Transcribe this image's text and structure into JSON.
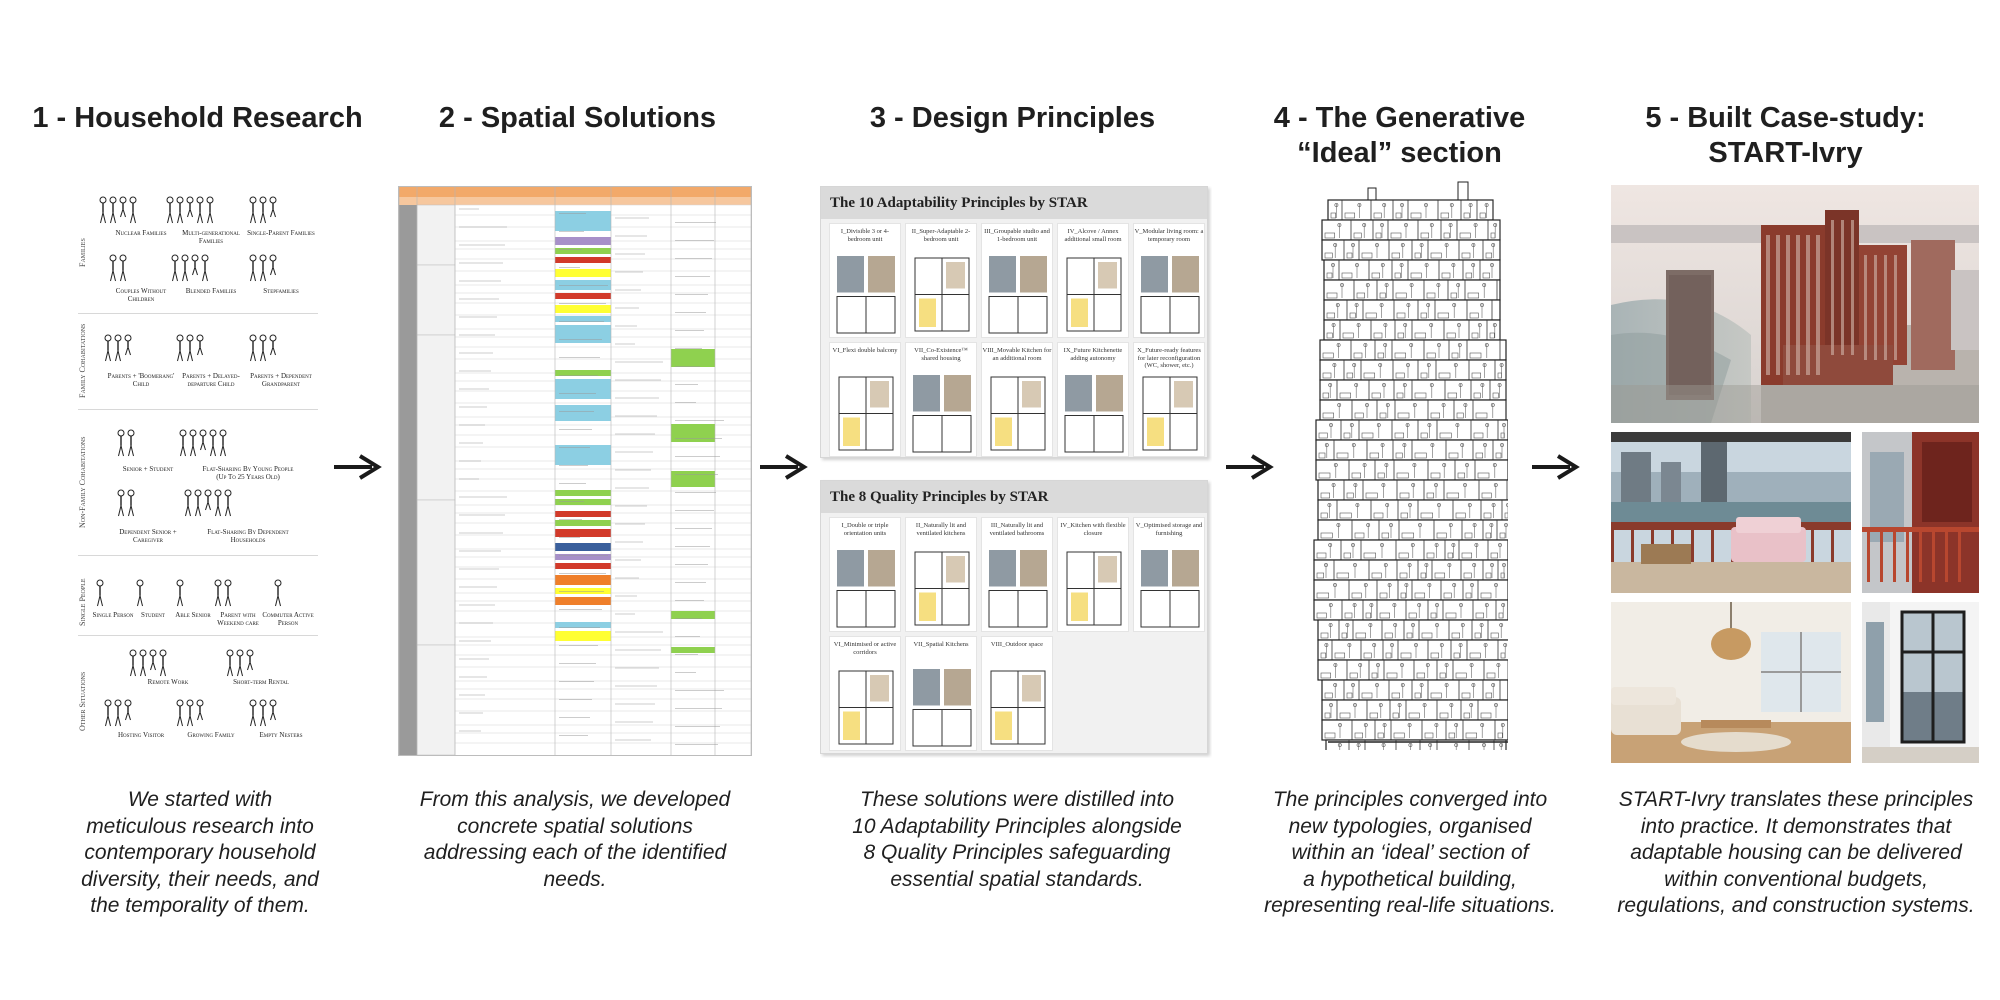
{
  "columns": [
    {
      "title_lines": [
        "1 - Household Research"
      ],
      "caption_lines": [
        "We started with",
        "meticulous research into",
        "contemporary household",
        "diversity, their needs, and",
        "the temporality of them."
      ]
    },
    {
      "title_lines": [
        "2 - Spatial Solutions"
      ],
      "caption_lines": [
        "From this analysis, we developed",
        "concrete spatial solutions",
        "addressing each of the identified",
        "needs."
      ]
    },
    {
      "title_lines": [
        "3 - Design Principles"
      ],
      "caption_lines": [
        "These solutions were distilled into",
        "10 Adaptability Principles alongside",
        "8 Quality Principles safeguarding",
        "essential spatial standards."
      ]
    },
    {
      "title_lines": [
        "4 - The Generative",
        "“Ideal” section"
      ],
      "caption_lines": [
        "The principles converged into",
        "new typologies, organised",
        "within an ‘ideal’ section of",
        "a hypothetical building,",
        "representing real-life situations."
      ]
    },
    {
      "title_lines": [
        "5 - Built Case-study:",
        "START-Ivry"
      ],
      "caption_lines": [
        "START-Ivry translates these principles",
        "into practice. It demonstrates that",
        "adaptable housing can be delivered",
        "within conventional budgets,",
        "regulations, and construction systems."
      ]
    }
  ],
  "household_research": {
    "bands": [
      {
        "label": "Families",
        "items": [
          "Nuclear Families",
          "Multi-generational Families",
          "Single-Parent Families",
          "Couples Without Children",
          "Blended Families",
          "Stepfamilies"
        ]
      },
      {
        "label": "Family Cohabitations",
        "items": [
          "Parents + 'Boomerang' Child",
          "Parents + Delayed-departure Child",
          "Parents + Dependent Grandparent"
        ]
      },
      {
        "label": "Non-Family Cohabitations",
        "items": [
          "Senior + Student",
          "Flat-Sharing By Young People (Up To 25 Years Old)",
          "Dependent Senior + Caregiver",
          "Flat-Sharing By Dependent Households"
        ]
      },
      {
        "label": "Single People",
        "items": [
          "Single Person",
          "Student",
          "Able Senior",
          "Parent with Weekend care",
          "Commuter Active Person"
        ]
      },
      {
        "label": "Other Situations",
        "items": [
          "Remote Work",
          "Short-term Rental",
          "Hosting Visitor",
          "Growing Family",
          "Empty Nesters"
        ]
      }
    ]
  },
  "design_principles": {
    "adaptability": {
      "title": "The 10 Adaptability Principles by STAR",
      "items": [
        "I_Divisible 3 or 4-bedroom unit",
        "II_Super-Adaptable 2-bedroom unit",
        "III_Groupable studio and 1-bedroom unit",
        "IV_Alcove / Annex additional small room",
        "V_Modular living room: a temporary room",
        "VI_Flexi double balcony",
        "VII_Co-Existence™ shared housing",
        "VIII_Movable Kitchen for an additional room",
        "IX_Future Kitchenette adding autonomy",
        "X_Future-ready features for later reconfiguration (WC, shower, etc.)"
      ]
    },
    "quality": {
      "title": "The 8 Quality Principles by STAR",
      "items": [
        "I_Double or triple orientation units",
        "II_Naturally lit and ventilated kitchens",
        "III_Naturally lit and ventilated bathrooms",
        "IV_Kitchen with flexible closure",
        "V_Optimised storage and furnishing",
        "VI_Minimised or active corridors",
        "VII_Spatial Kitchens",
        "VIII_Outdoor space"
      ]
    }
  },
  "colors": {
    "text": "#1f1f1f",
    "arrow": "#1a1a1a",
    "table_header": "#f2a96a",
    "table_blue": "#8ccfe3",
    "table_green": "#8fd14f",
    "table_yellow": "#ffff33",
    "table_red": "#d23a2a",
    "table_orange": "#ef7f2a",
    "table_purple": "#a790c9",
    "table_navy": "#3a5f9c",
    "brick": "#8a3b2c"
  }
}
